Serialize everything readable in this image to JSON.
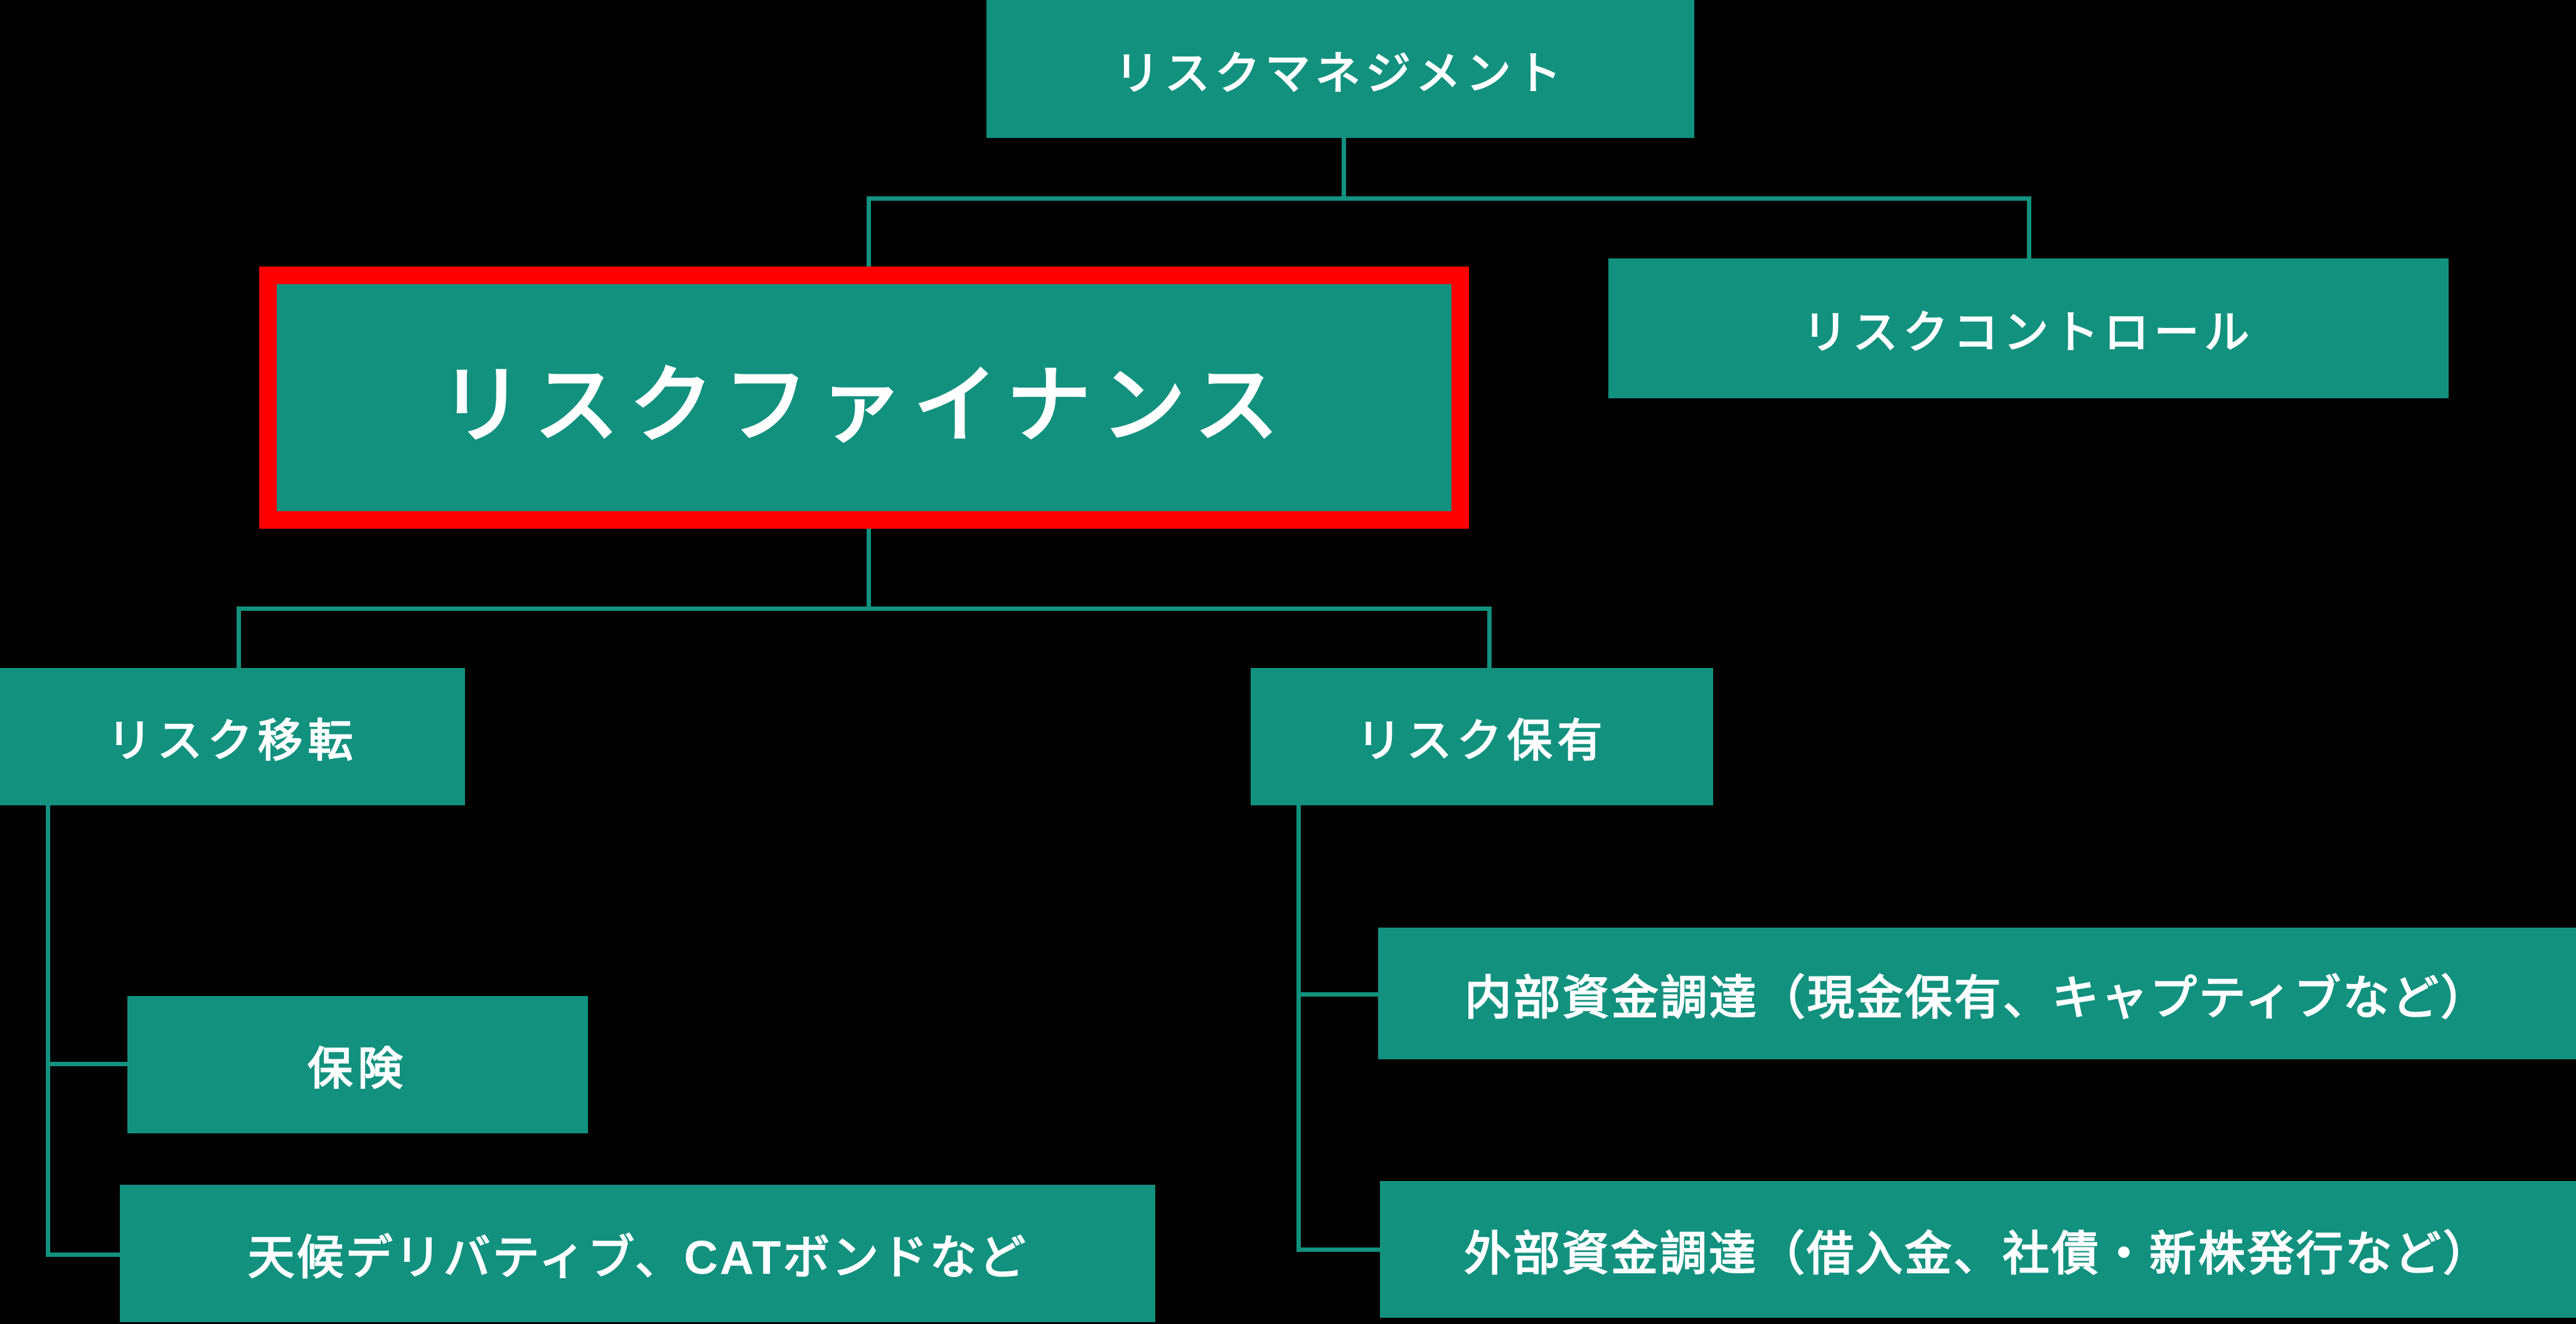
{
  "colors": {
    "background": "#000000",
    "box_fill": "#12917F",
    "connector": "#12917F",
    "text": "#FFFFFF",
    "highlight_border": "#FF0000"
  },
  "diagram": {
    "type": "tree-organization-chart",
    "highlighted_node_key": "risk_finance",
    "nodes": {
      "root": {
        "label": "リスクマネジメント"
      },
      "risk_finance": {
        "label": "リスクファイナンス"
      },
      "risk_control": {
        "label": "リスクコントロール"
      },
      "risk_transfer": {
        "label": "リスク移転"
      },
      "risk_retention": {
        "label": "リスク保有"
      },
      "insurance": {
        "label": "保険"
      },
      "weather_cat": {
        "label": "天候デリバティブ、CATボンドなど"
      },
      "internal_funding": {
        "label": "内部資金調達（現金保有、キャプティブなど）"
      },
      "external_funding": {
        "label": "外部資金調達（借入金、社債・新株発行など）"
      }
    },
    "edges": [
      {
        "from": "root",
        "to": "risk_finance"
      },
      {
        "from": "root",
        "to": "risk_control"
      },
      {
        "from": "risk_finance",
        "to": "risk_transfer"
      },
      {
        "from": "risk_finance",
        "to": "risk_retention"
      },
      {
        "from": "risk_transfer",
        "to": "insurance"
      },
      {
        "from": "risk_transfer",
        "to": "weather_cat"
      },
      {
        "from": "risk_retention",
        "to": "internal_funding"
      },
      {
        "from": "risk_retention",
        "to": "external_funding"
      }
    ]
  }
}
